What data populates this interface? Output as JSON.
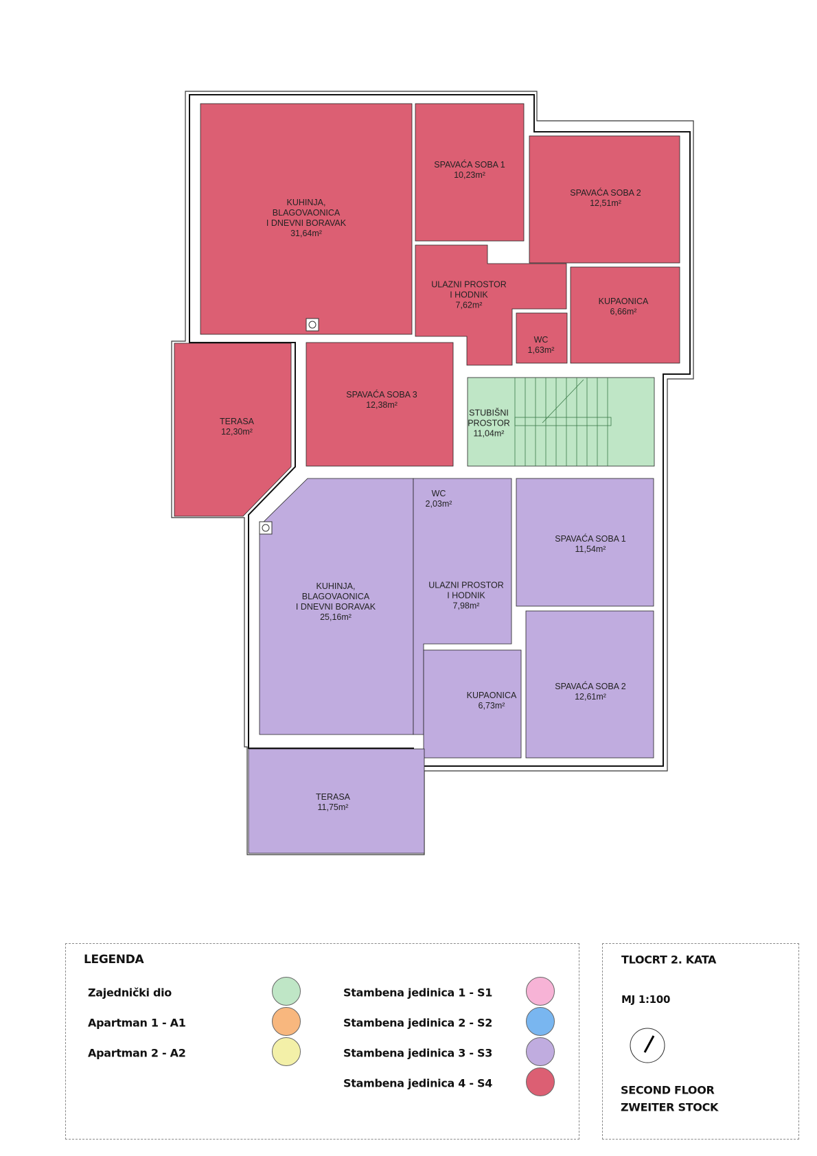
{
  "rooms": {
    "s4_kitchen": {
      "l1": "KUHINJA,",
      "l2": "BLAGOVAONICA",
      "l3": "I DNEVNI BORAVAK",
      "area": "31,64m²"
    },
    "s4_bed1": {
      "name": "SPAVAĆA SOBA 1",
      "area": "10,23m²"
    },
    "s4_bed2": {
      "name": "SPAVAĆA SOBA 2",
      "area": "12,51m²"
    },
    "s4_hall": {
      "l1": "ULAZNI PROSTOR",
      "l2": "I HODNIK",
      "area": "7,62m²"
    },
    "s4_bath": {
      "name": "KUPAONICA",
      "area": "6,66m²"
    },
    "s4_wc": {
      "name": "WC",
      "area": "1,63m²"
    },
    "s4_terrace": {
      "name": "TERASA",
      "area": "12,30m²"
    },
    "s4_bed3": {
      "name": "SPAVAĆA SOBA 3",
      "area": "12,38m²"
    },
    "stairs": {
      "l1": "STUBIŠNI",
      "l2": "PROSTOR",
      "area": "11,04m²"
    },
    "s3_wc": {
      "name": "WC",
      "area": "2,03m²"
    },
    "s3_kitchen": {
      "l1": "KUHINJA,",
      "l2": "BLAGOVAONICA",
      "l3": "I DNEVNI BORAVAK",
      "area": "25,16m²"
    },
    "s3_hall": {
      "l1": "ULAZNI PROSTOR",
      "l2": "I HODNIK",
      "area": "7,98m²"
    },
    "s3_bed1": {
      "name": "SPAVAĆA SOBA 1",
      "area": "11,54m²"
    },
    "s3_bed2": {
      "name": "SPAVAĆA SOBA 2",
      "area": "12,61m²"
    },
    "s3_bath": {
      "name": "KUPAONICA",
      "area": "6,73m²"
    },
    "s3_terrace": {
      "name": "TERASA",
      "area": "11,75m²"
    }
  },
  "legend": {
    "title": "LEGENDA",
    "items": [
      {
        "label": "Zajednički dio",
        "color": "#bfe6c6"
      },
      {
        "label": "Apartman 1 - A1",
        "color": "#f8b77e"
      },
      {
        "label": "Apartman 2 - A2",
        "color": "#f3f0a8"
      },
      {
        "label": "Stambena jedinica 1 - S1",
        "color": "#f7b3d6"
      },
      {
        "label": "Stambena jedinica 2 - S2",
        "color": "#79b6f0"
      },
      {
        "label": "Stambena jedinica 3 - S3",
        "color": "#c0acdf"
      },
      {
        "label": "Stambena jedinica 4 - S4",
        "color": "#dc5f73"
      }
    ]
  },
  "titleblock": {
    "title": "TLOCRT 2. KATA",
    "scale": "MJ  1:100",
    "en": "SECOND FLOOR",
    "de": "ZWEITER STOCK"
  },
  "colors": {
    "s4": "#dc5f73",
    "s3": "#c0acdf",
    "common": "#bfe6c6"
  }
}
